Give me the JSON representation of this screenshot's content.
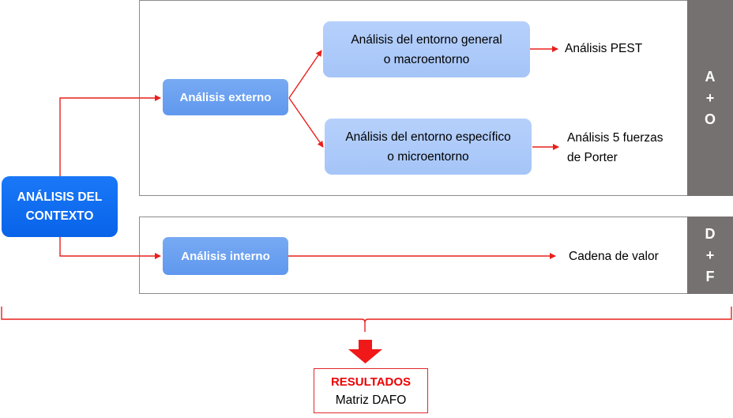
{
  "diagram": {
    "root": {
      "label_line1": "ANÁLISIS DEL",
      "label_line2": "CONTEXTO"
    },
    "external": {
      "label": "Análisis externo",
      "general": {
        "line1": "Análisis del entorno general",
        "line2": "o macroentorno",
        "result": "Análisis PEST"
      },
      "specific": {
        "line1": "Análisis del entorno específico",
        "line2": "o microentorno",
        "result_line1": "Análisis 5 fuerzas",
        "result_line2": "de Porter"
      },
      "side_label": {
        "top": "A",
        "mid": "+",
        "bottom": "O"
      }
    },
    "internal": {
      "label": "Análisis interno",
      "result": "Cadena de valor",
      "side_label": {
        "top": "D",
        "mid": "+",
        "bottom": "F"
      }
    },
    "output": {
      "title": "RESULTADOS",
      "subtitle": "Matriz DAFO"
    },
    "colors": {
      "connector": "#e8201c",
      "root_fill": "#0a6ef5",
      "mid_fill": "#6ea3f2",
      "sub_fill": "#aecbfa",
      "side_bar": "#767171",
      "result_title": "#ee0000"
    }
  }
}
